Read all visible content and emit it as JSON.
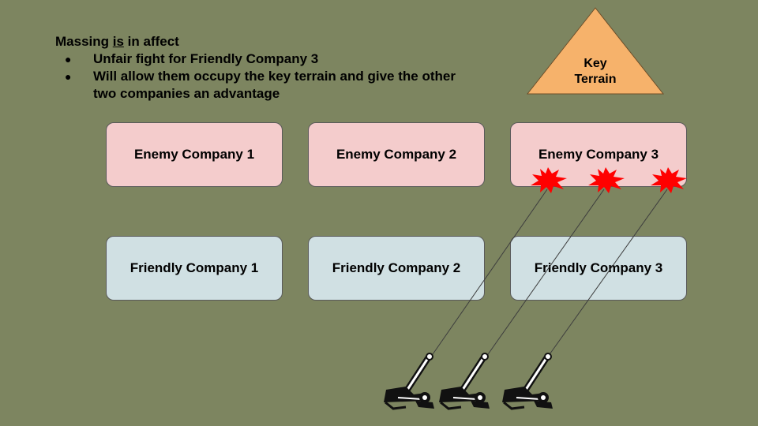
{
  "notes": {
    "heading_prefix": "Massing ",
    "heading_emphasis": "is",
    "heading_suffix": " in affect",
    "bullets": [
      "Unfair fight for Friendly Company 3",
      "Will allow them occupy the key terrain and give the other two companies an advantage"
    ],
    "bullet_glyph": "●"
  },
  "key_terrain": {
    "label_line1": "Key",
    "label_line2": "Terrain",
    "color": "#f6b26b"
  },
  "enemy_companies": [
    "Enemy Company 1",
    "Enemy Company 2",
    "Enemy Company 3"
  ],
  "friendly_companies": [
    "Friendly Company 1",
    "Friendly Company 2",
    "Friendly Company 3"
  ],
  "colors": {
    "background": "#7d8560",
    "enemy_fill": "#f4cccc",
    "friendly_fill": "#d0e0e3",
    "explosion": "#ff0000",
    "fire_line": "#3d3d3d"
  },
  "artillery": {
    "icon": "howitzer-icon",
    "count": 3
  },
  "impacts": {
    "icon": "explosion-icon",
    "count": 3
  }
}
